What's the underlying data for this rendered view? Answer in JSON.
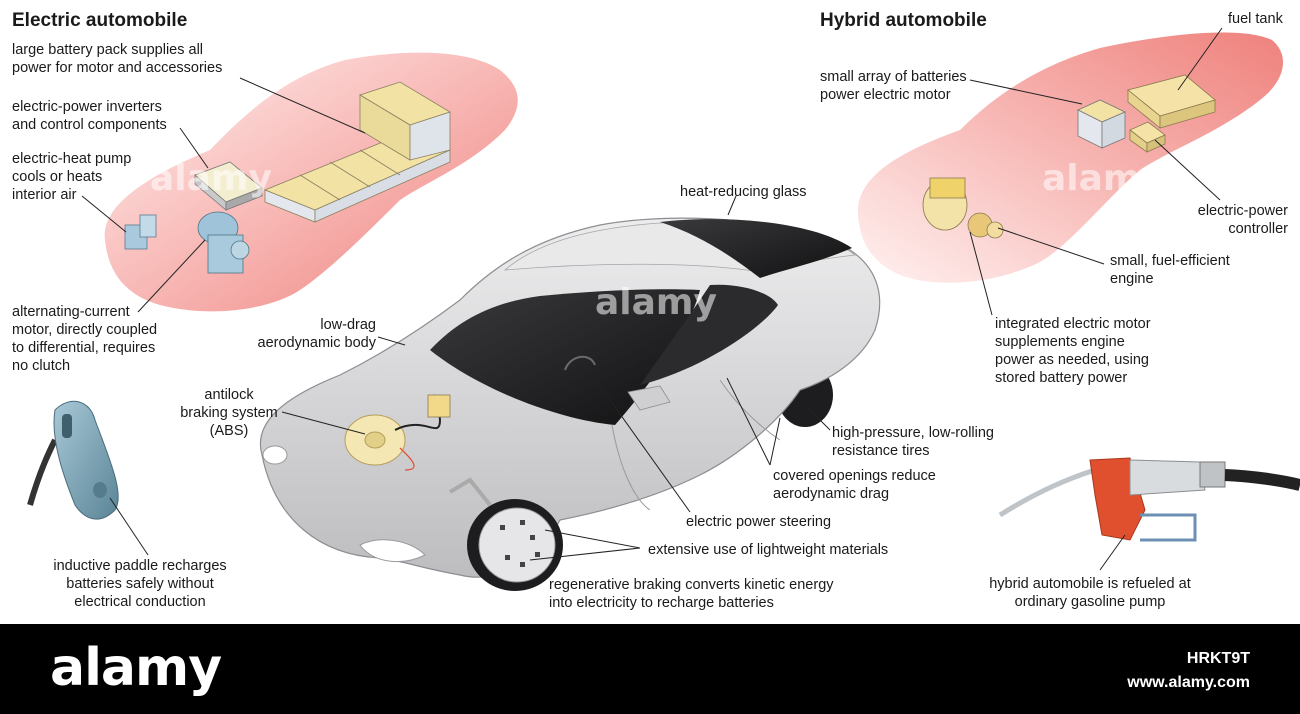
{
  "headings": {
    "electric": "Electric automobile",
    "hybrid": "Hybrid automobile"
  },
  "labels": {
    "battery_pack": [
      "large battery pack supplies all",
      "power for motor and accessories"
    ],
    "inverters": [
      "electric-power inverters",
      "and control components"
    ],
    "heat_pump": [
      "electric-heat pump",
      "cools or heats",
      "interior air"
    ],
    "ac_motor": [
      "alternating-current",
      "motor, directly coupled",
      "to differential, requires",
      "no clutch"
    ],
    "paddle": [
      "inductive paddle recharges",
      "batteries safely without",
      "electrical conduction"
    ],
    "abs": [
      "antilock",
      "braking system",
      "(ABS)"
    ],
    "low_drag": [
      "low-drag",
      "aerodynamic body"
    ],
    "glass": [
      "heat-reducing glass"
    ],
    "tires": [
      "high-pressure, low-rolling",
      "resistance tires"
    ],
    "openings": [
      "covered openings reduce",
      "aerodynamic drag"
    ],
    "steering": [
      "electric power steering"
    ],
    "lightweight": [
      "extensive use of lightweight materials"
    ],
    "regen": [
      "regenerative braking converts kinetic energy",
      "into electricity to recharge batteries"
    ],
    "small_batteries": [
      "small array of batteries",
      "power electric motor"
    ],
    "fuel_tank": [
      "fuel tank"
    ],
    "controller": [
      "electric-power",
      "controller"
    ],
    "engine": [
      "small, fuel-efficient",
      "engine"
    ],
    "integrated_motor": [
      "integrated electric motor",
      "supplements engine",
      "power as needed, using",
      "stored battery power"
    ],
    "refuel": [
      "hybrid automobile is refueled at",
      "ordinary gasoline pump"
    ]
  },
  "watermark": "alamy",
  "footer": {
    "logo": "alamy",
    "image_id": "HRKT9T",
    "url": "www.alamy.com"
  },
  "colors": {
    "pink_silhouette": "#f08a86",
    "car_body": "#d9d9da",
    "glass": "#1e1e20",
    "battery": "#f2e3a4",
    "motor": "#9fc3d8",
    "paddle": "#6e96a8",
    "nozzle": "#e0502e",
    "footer_bg": "#000000"
  }
}
